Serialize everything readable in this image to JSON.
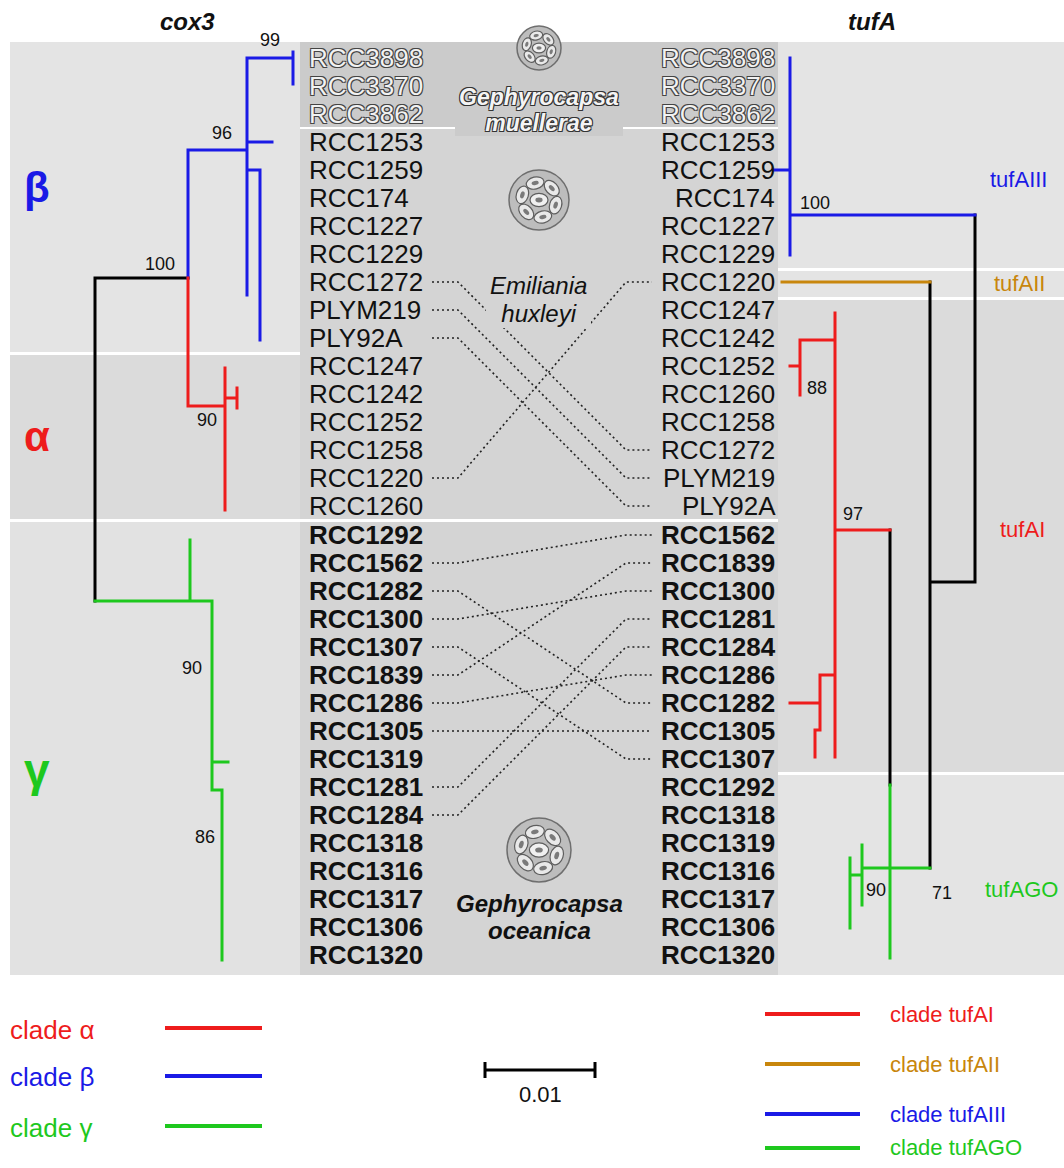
{
  "diagram": {
    "nodes": [
      {
        "text": [
          "β"
        ]
      },
      {
        "text": [
          "α"
        ]
      },
      {
        "text": [
          "γ"
        ]
      },
      {
        "text": [
          "tufAIII"
        ]
      },
      {
        "text": [
          "tufAII"
        ]
      },
      {
        "text": [
          "tufAI"
        ]
      },
      {
        "text": [
          "tufAGO"
        ]
      }
    ],
    "labels": [
      "cox3",
      "tufA",
      "RCC3898",
      "RCC3370",
      "RCC3862",
      "RCC1253",
      "RCC1259",
      "RCC174",
      "RCC1227",
      "RCC1229",
      "RCC1272",
      "PLYM219",
      "PLY92A",
      "RCC1247",
      "RCC1242",
      "RCC1252",
      "RCC1258",
      "RCC1220",
      "RCC1260",
      "RCC1292",
      "RCC1562",
      "RCC1282",
      "RCC1300",
      "RCC1307",
      "RCC1839",
      "RCC1286",
      "RCC1305",
      "RCC1319",
      "RCC1281",
      "RCC1284",
      "RCC1318",
      "RCC1316",
      "RCC1317",
      "RCC1306",
      "RCC1320",
      "RCC3898",
      "RCC3370",
      "RCC3862",
      "RCC1253",
      "RCC1259",
      "RCC174",
      "RCC1227",
      "RCC1229",
      "RCC1220",
      "RCC1247",
      "RCC1242",
      "RCC1252",
      "RCC1260",
      "RCC1258",
      "RCC1272",
      "PLYM219",
      "PLY92A",
      "RCC1562",
      "RCC1839",
      "RCC1300",
      "RCC1281",
      "RCC1284",
      "RCC1286",
      "RCC1282",
      "RCC1305",
      "RCC1307",
      "RCC1292",
      "RCC1318",
      "RCC1319",
      "RCC1316",
      "RCC1317",
      "RCC1306",
      "RCC1320",
      "Gephyrocapsa muellerae",
      "Emiliania huxleyi",
      "Gephyrocapsa oceanica",
      "99",
      "96",
      "100",
      "90",
      "90",
      "86",
      "100",
      "88",
      "97",
      "90",
      "71",
      "0.01"
    ],
    "legend": [
      {
        "text": "clade α"
      },
      {
        "text": "clade β"
      },
      {
        "text": "clade γ"
      },
      {
        "text": "clade tufAI"
      },
      {
        "text": "clade tufAII"
      },
      {
        "text": "clade tufAIII"
      },
      {
        "text": "clade tufAGO"
      }
    ]
  }
}
